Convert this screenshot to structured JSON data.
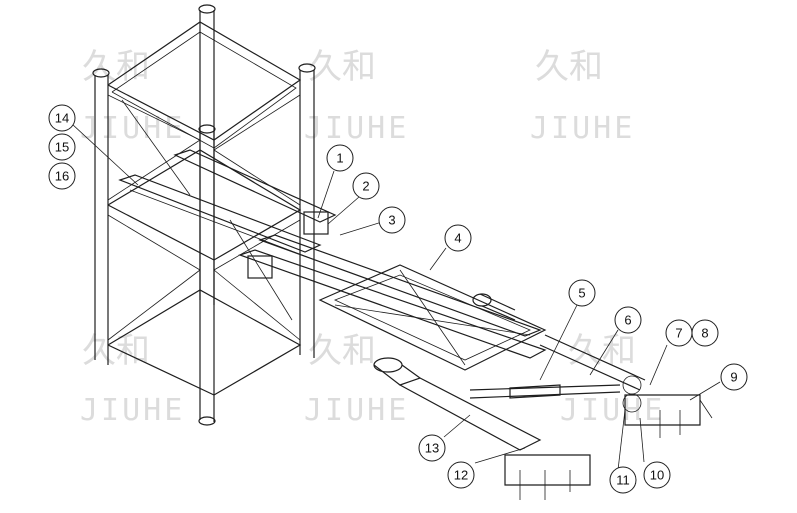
{
  "watermark": {
    "cjk": "久和",
    "latin": "JIUHE"
  },
  "callouts": [
    "1",
    "2",
    "3",
    "4",
    "5",
    "6",
    "7",
    "8",
    "9",
    "10",
    "11",
    "12",
    "13",
    "14",
    "15",
    "16"
  ],
  "colors": {
    "ink": "#1e1e1e",
    "watermark": "#dcdcdc",
    "background": "#ffffff"
  }
}
